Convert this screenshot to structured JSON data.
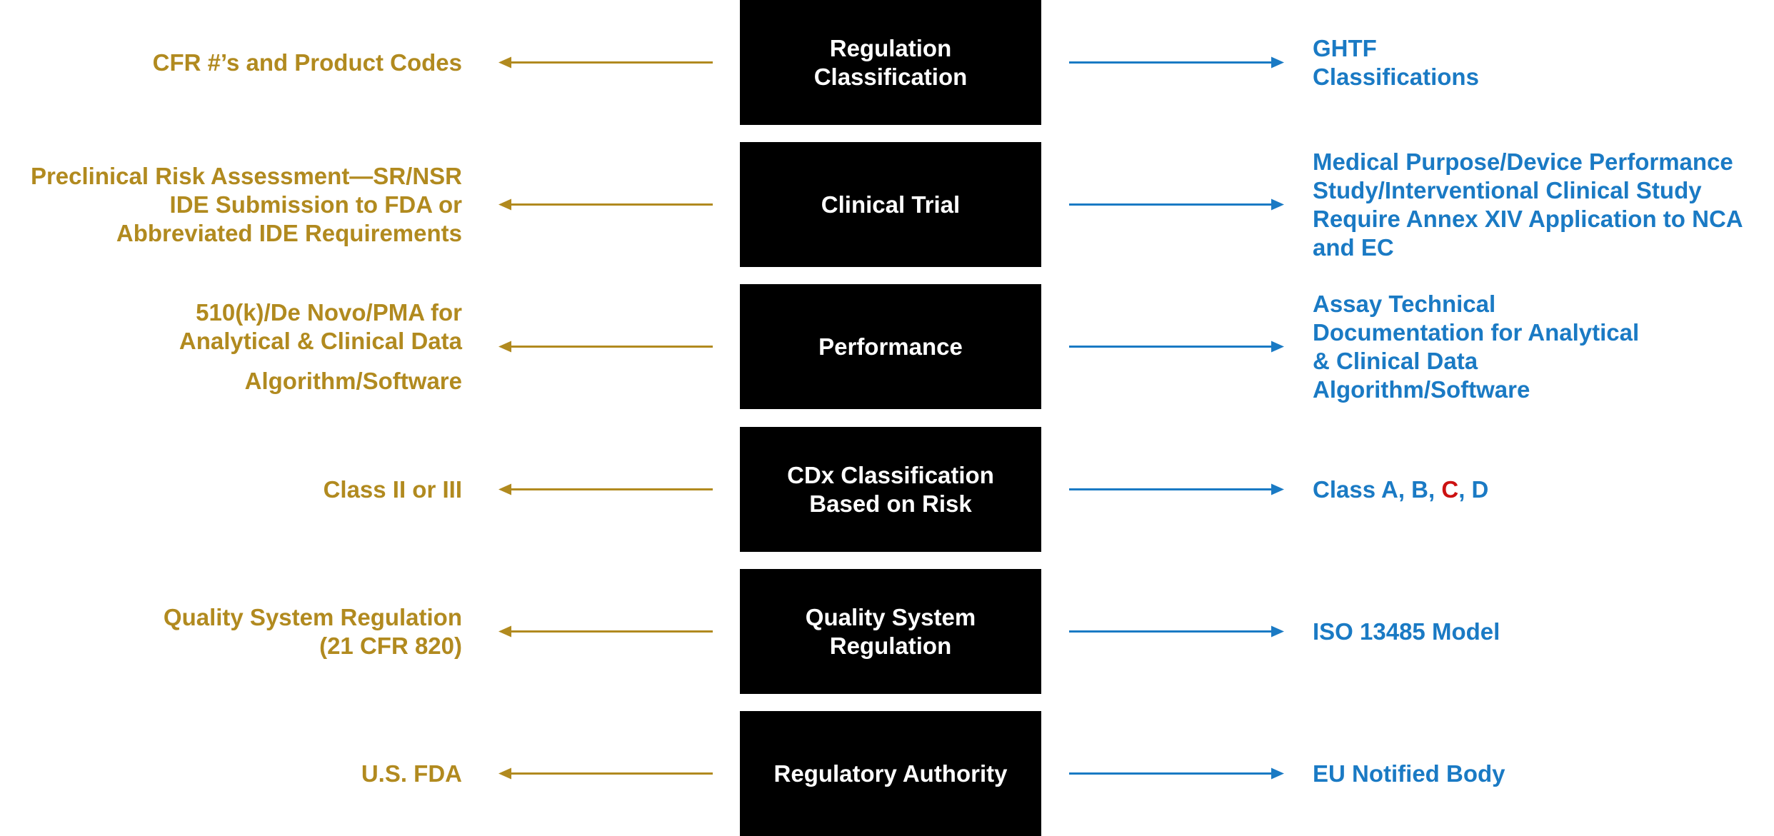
{
  "colors": {
    "left": "#b18a1f",
    "right": "#1a7ac4",
    "box_bg": "#000000",
    "box_text": "#ffffff",
    "highlight": "#cc1111"
  },
  "rows": [
    {
      "center": "Regulation Classification",
      "left": [
        [
          "CFR #’s and Product Codes"
        ]
      ],
      "right": [
        [
          {
            "text": "GHTF"
          }
        ],
        [
          {
            "text": "Classifications"
          }
        ]
      ]
    },
    {
      "center": "Clinical Trial",
      "left": [
        [
          "Preclinical Risk Assessment—SR/NSR",
          "IDE Submission to FDA or",
          "Abbreviated IDE Requirements"
        ]
      ],
      "right": [
        [
          {
            "text": "Medical Purpose/Device Performance"
          }
        ],
        [
          {
            "text": "Study/Interventional Clinical Study"
          }
        ],
        [
          {
            "text": "Require Annex XIV Application to NCA"
          }
        ],
        [
          {
            "text": "and EC"
          }
        ]
      ]
    },
    {
      "center": "Performance",
      "left": [
        [
          "510(k)/De Novo/PMA for",
          "Analytical & Clinical Data"
        ],
        [
          "Algorithm/Software"
        ]
      ],
      "right": [
        [
          {
            "text": "Assay Technical"
          }
        ],
        [
          {
            "text": "Documentation for Analytical"
          }
        ],
        [
          {
            "text": "& Clinical Data"
          }
        ],
        [
          {
            "text": "Algorithm/Software"
          }
        ]
      ]
    },
    {
      "center": "CDx Classification Based on Risk",
      "left": [
        [
          "Class II or III"
        ]
      ],
      "right": [
        [
          {
            "text": "Class A, B, "
          },
          {
            "text": "C",
            "highlight": true
          },
          {
            "text": ", D"
          }
        ]
      ]
    },
    {
      "center": "Quality System Regulation",
      "left": [
        [
          "Quality System Regulation",
          "(21 CFR 820)"
        ]
      ],
      "right": [
        [
          {
            "text": "ISO 13485 Model"
          }
        ]
      ]
    },
    {
      "center": "Regulatory Authority",
      "left": [
        [
          "U.S. FDA"
        ]
      ],
      "right": [
        [
          {
            "text": "EU Notified Body"
          }
        ]
      ]
    }
  ]
}
